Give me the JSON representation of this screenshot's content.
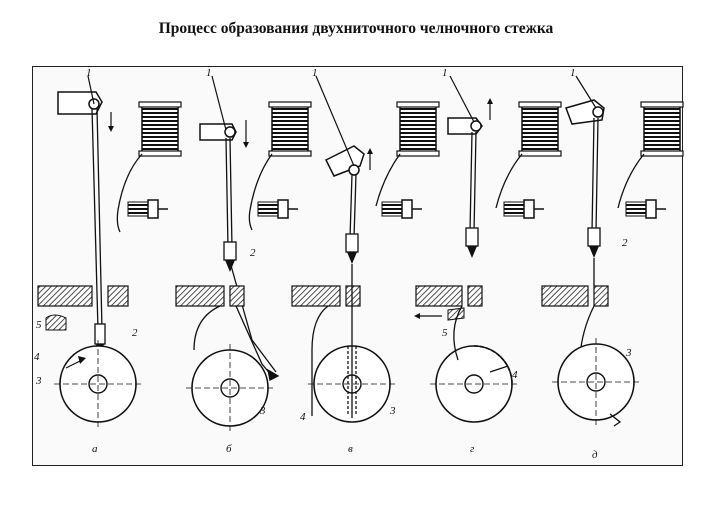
{
  "title": "Процесс образования двухниточного челночного стежка",
  "stages": [
    {
      "letter": "а",
      "labels": [
        "1",
        "2",
        "3",
        "4",
        "5"
      ]
    },
    {
      "letter": "б",
      "labels": [
        "1",
        "2",
        "3"
      ]
    },
    {
      "letter": "в",
      "labels": [
        "1",
        "3",
        "4"
      ]
    },
    {
      "letter": "г",
      "labels": [
        "1",
        "4",
        "5"
      ]
    },
    {
      "letter": "д",
      "labels": [
        "1",
        "2",
        "3"
      ]
    }
  ]
}
